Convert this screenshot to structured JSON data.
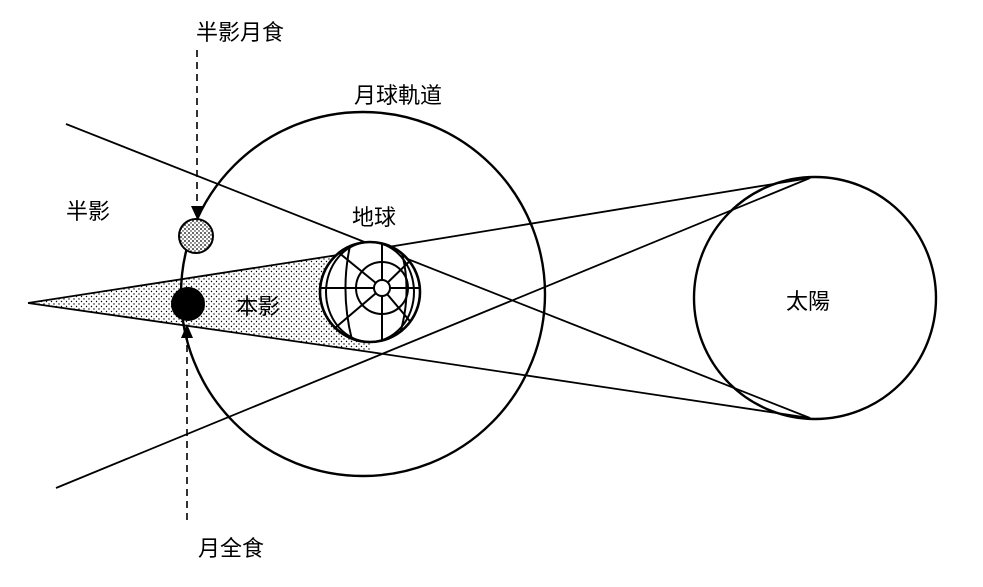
{
  "labels": {
    "penumbral_eclipse": "半影月食",
    "lunar_orbit": "月球軌道",
    "penumbra": "半影",
    "earth": "地球",
    "umbra": "本影",
    "sun": "太陽",
    "total_eclipse": "月全食"
  },
  "colors": {
    "ink": "#000000",
    "background": "#ffffff"
  }
}
